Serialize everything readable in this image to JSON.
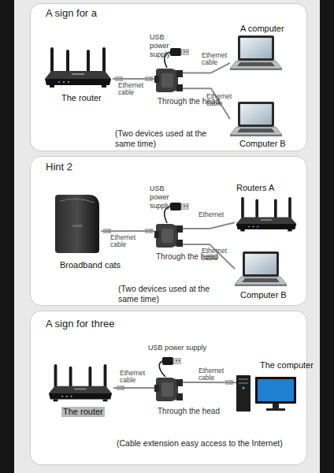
{
  "diagram": {
    "nodes": [
      {
        "text": [
          "A sign for a"
        ]
      },
      {
        "text": [
          "The router"
        ],
        "in": 0
      },
      {
        "text": [
          "Through the head"
        ],
        "in": 0
      },
      {
        "text": [
          "A computer"
        ],
        "in": 0
      },
      {
        "text": [
          "Computer B"
        ],
        "in": 0
      },
      {
        "text": [
          "Hint 2"
        ]
      },
      {
        "text": [
          "Broadband cats"
        ],
        "in": 5
      },
      {
        "text": [
          "Through the head"
        ],
        "in": 5
      },
      {
        "text": [
          "Routers A"
        ],
        "in": 5
      },
      {
        "text": [
          "Computer B"
        ],
        "in": 5
      },
      {
        "text": [
          "A sign for three"
        ]
      },
      {
        "text": [
          "The router"
        ],
        "in": 10
      },
      {
        "text": [
          "Through the head"
        ],
        "in": 10
      },
      {
        "text": [
          "The computer"
        ],
        "in": 10
      }
    ],
    "edges": [
      {
        "from": 1,
        "to": 2,
        "label": "Ethernet cable",
        "arrow": "none"
      },
      {
        "from": 2,
        "to": 3,
        "label": "Ethernet cable",
        "arrow": "none"
      },
      {
        "from": 2,
        "to": 4,
        "label": "Ethernet cable",
        "arrow": "none"
      },
      {
        "from": 6,
        "to": 7,
        "label": "Ethernet cable",
        "arrow": "none"
      },
      {
        "from": 7,
        "to": 8,
        "label": "Ethernet",
        "arrow": "none"
      },
      {
        "from": 7,
        "to": 9,
        "label": "Ethernet cable",
        "arrow": "none"
      },
      {
        "from": 11,
        "to": 12,
        "label": "Ethernet cable",
        "arrow": "none"
      },
      {
        "from": 12,
        "to": 13,
        "label": "Ethernet cable",
        "arrow": "none"
      }
    ],
    "labels": [
      "USB power supply",
      "(Two devices used at the same time)",
      "USB power supply",
      "(Two devices used at the same time)",
      "USB power supply",
      "(Cable extension easy access to the Internet)"
    ]
  }
}
